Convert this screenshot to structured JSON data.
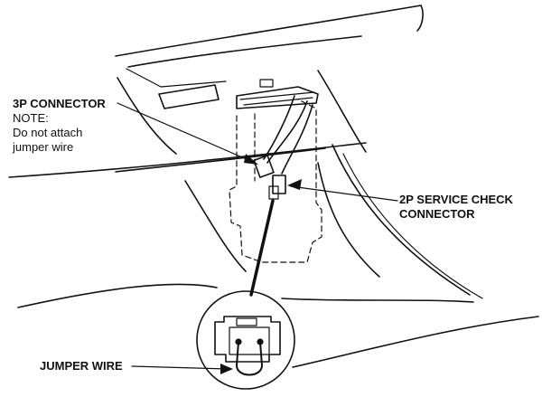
{
  "labels": {
    "three_p_connector": "3P CONNECTOR",
    "note_title": "NOTE:",
    "note_line1": "Do not attach",
    "note_line2": "jumper wire",
    "service_check_line1": "2P SERVICE CHECK",
    "service_check_line2": "CONNECTOR",
    "jumper_wire": "JUMPER WIRE"
  }
}
